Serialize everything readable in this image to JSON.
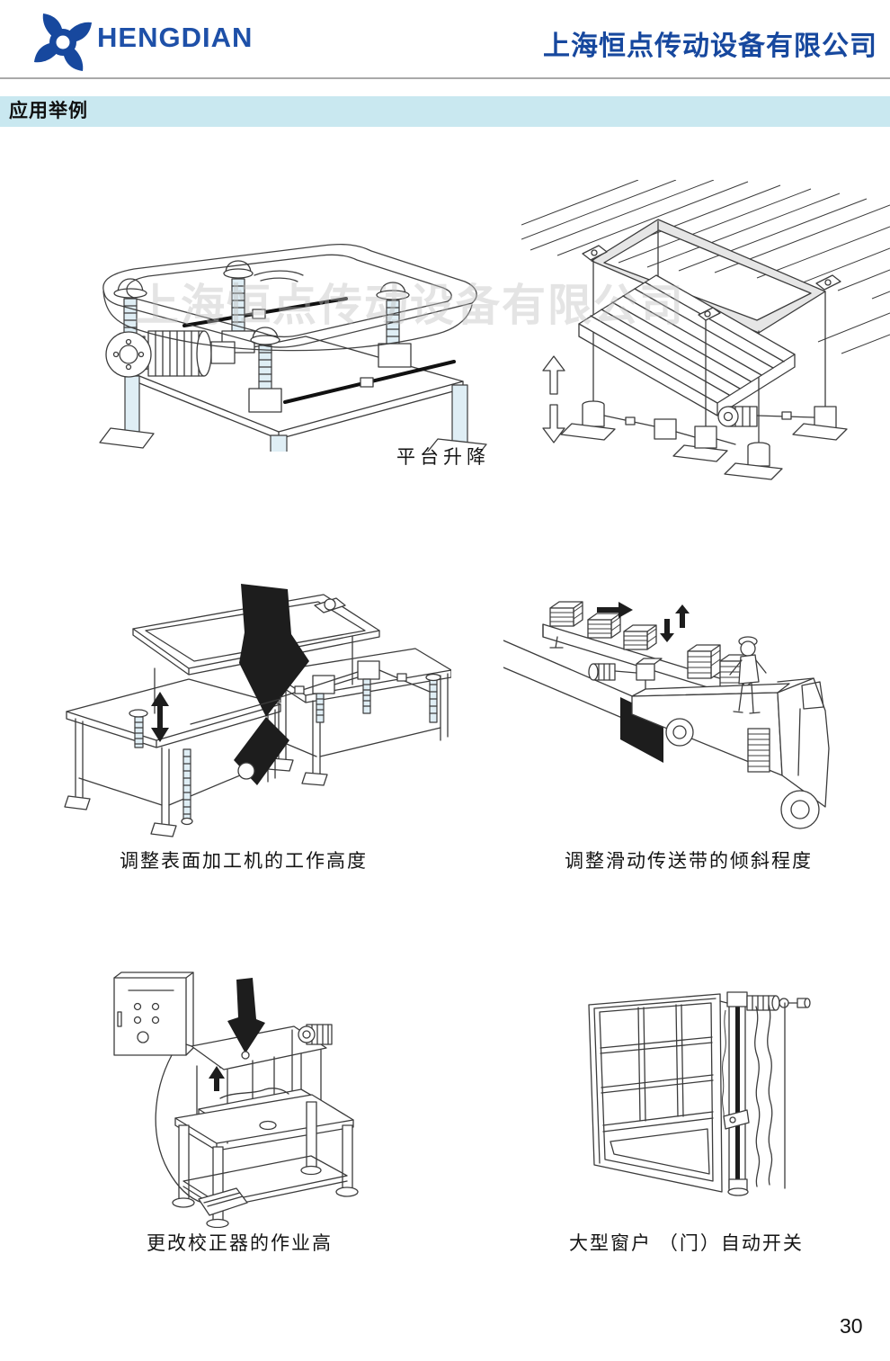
{
  "header": {
    "brand": "HENGDIAN",
    "company_name": "上海恒点传动设备有限公司"
  },
  "section": {
    "title": "应用举例"
  },
  "watermark": "上海恒点传动设备有限公司",
  "captions": {
    "row1_center": "平台升降",
    "row2_left": "调整表面加工机的工作高度",
    "row2_right": "调整滑动传送带的倾斜程度",
    "row3_left": "更改校正器的作业高",
    "row3_right": "大型窗户 （门）自动开关"
  },
  "figures": [
    {
      "id": "platform-lift-tub",
      "description": "tub platform raised on four screw jacks with motor drive"
    },
    {
      "id": "suspended-platform",
      "description": "platform suspended from ceiling, lifted by floor screw jacks"
    },
    {
      "id": "surface-machine",
      "description": "adjusting working height of surface processing machine"
    },
    {
      "id": "conveyor-truck",
      "description": "adjusting tilt of sliding conveyor loading a truck"
    },
    {
      "id": "corrector-machine",
      "description": "changing working height of corrector with control panel and foot pedal"
    },
    {
      "id": "window-opener",
      "description": "large window / door automatic opener screw unit"
    }
  ],
  "page_number": "30",
  "colors": {
    "brand_blue": "#1e50a8",
    "company_blue": "#17489e",
    "section_bar_bg": "#c9e8f0",
    "watermark_gray": "#bfbfbf",
    "line_art": "#3c3c3c",
    "jack_fill": "#dfeef5"
  }
}
